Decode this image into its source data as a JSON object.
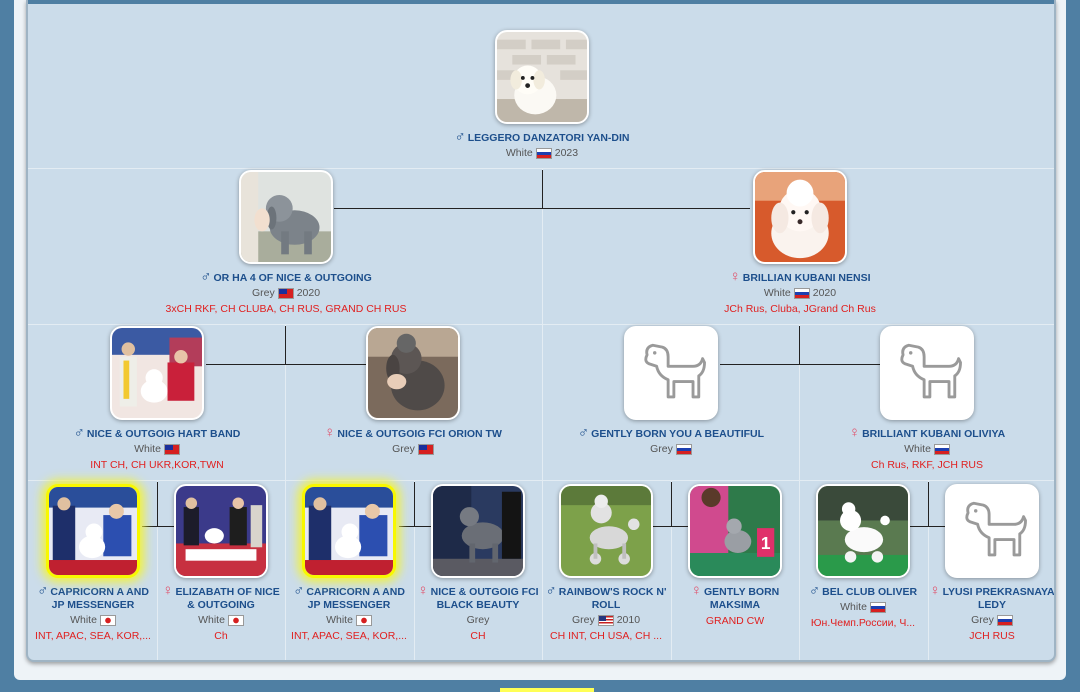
{
  "pedigree": {
    "subject": {
      "sex": "male",
      "name": "LEGGERO DANZATORI YAN-DIN",
      "color": "White",
      "flag": "ru",
      "year": "2023",
      "titles": ""
    },
    "sire": {
      "sex": "male",
      "name": "OR HA 4 OF NICE & OUTGOING",
      "color": "Grey",
      "flag": "tw",
      "year": "2020",
      "titles": "3xCH RKF, CH CLUBA, CH RUS, GRAND CH RUS"
    },
    "dam": {
      "sex": "female",
      "name": "BRILLIAN KUBANI NENSI",
      "color": "White",
      "flag": "ru",
      "year": "2020",
      "titles": "JCh Rus, Cluba, JGrand Ch Rus"
    },
    "gp1": {
      "sex": "male",
      "name": "NICE & OUTGOIG HART BAND",
      "color": "White",
      "flag": "tw",
      "year": "",
      "titles": "INT CH, CH UKR,KOR,TWN"
    },
    "gp2": {
      "sex": "female",
      "name": "NICE & OUTGOIG FCI ORION TW",
      "color": "Grey",
      "flag": "tw",
      "year": "",
      "titles": ""
    },
    "gp3": {
      "sex": "male",
      "name": "GENTLY BORN YOU A BEAUTIFUL",
      "color": "Grey",
      "flag": "ru",
      "year": "",
      "titles": ""
    },
    "gp4": {
      "sex": "female",
      "name": "BRILLIANT KUBANI OLIVIYA",
      "color": "White",
      "flag": "ru",
      "year": "",
      "titles": "Ch Rus, RKF, JCH RUS"
    },
    "ggp1": {
      "sex": "male",
      "name": "CAPRICORN A AND JP MESSENGER",
      "color": "White",
      "flag": "jp",
      "year": "",
      "titles": "INT, APAC, SEA, KOR,..."
    },
    "ggp2": {
      "sex": "female",
      "name": "ELIZABATH OF NICE & OUTGOING",
      "color": "White",
      "flag": "jp",
      "year": "",
      "titles": "Ch"
    },
    "ggp3": {
      "sex": "male",
      "name": "CAPRICORN A AND JP MESSENGER",
      "color": "White",
      "flag": "jp",
      "year": "",
      "titles": "INT, APAC, SEA, KOR,..."
    },
    "ggp4": {
      "sex": "female",
      "name": "NICE & OUTGOIG FCI BLACK BEAUTY",
      "color": "Grey",
      "flag": "",
      "year": "",
      "titles": "CH"
    },
    "ggp5": {
      "sex": "male",
      "name": "RAINBOW'S ROCK N' ROLL",
      "color": "Grey",
      "flag": "us",
      "year": "2010",
      "titles": "CH INT, CH USA, CH ..."
    },
    "ggp6": {
      "sex": "female",
      "name": "GENTLY BORN MAKSIMA",
      "color": "",
      "flag": "",
      "year": "",
      "titles": "GRAND CW"
    },
    "ggp7": {
      "sex": "male",
      "name": "BEL CLUB OLIVER",
      "color": "White",
      "flag": "ru",
      "year": "",
      "titles": "Юн.Чемп.России, Ч..."
    },
    "ggp8": {
      "sex": "female",
      "name": "LYUSI PREKRASNAYA LEDY",
      "color": "Grey",
      "flag": "ru",
      "year": "",
      "titles": "JCH RUS"
    }
  },
  "symbols": {
    "male": "♂",
    "female": "♀"
  },
  "colors": {
    "male": "#1d4f8c",
    "female": "#e0506a",
    "titles": "#e02020",
    "highlight": "#f8f800"
  },
  "icons": {
    "placeholder": "dog-silhouette-icon"
  }
}
